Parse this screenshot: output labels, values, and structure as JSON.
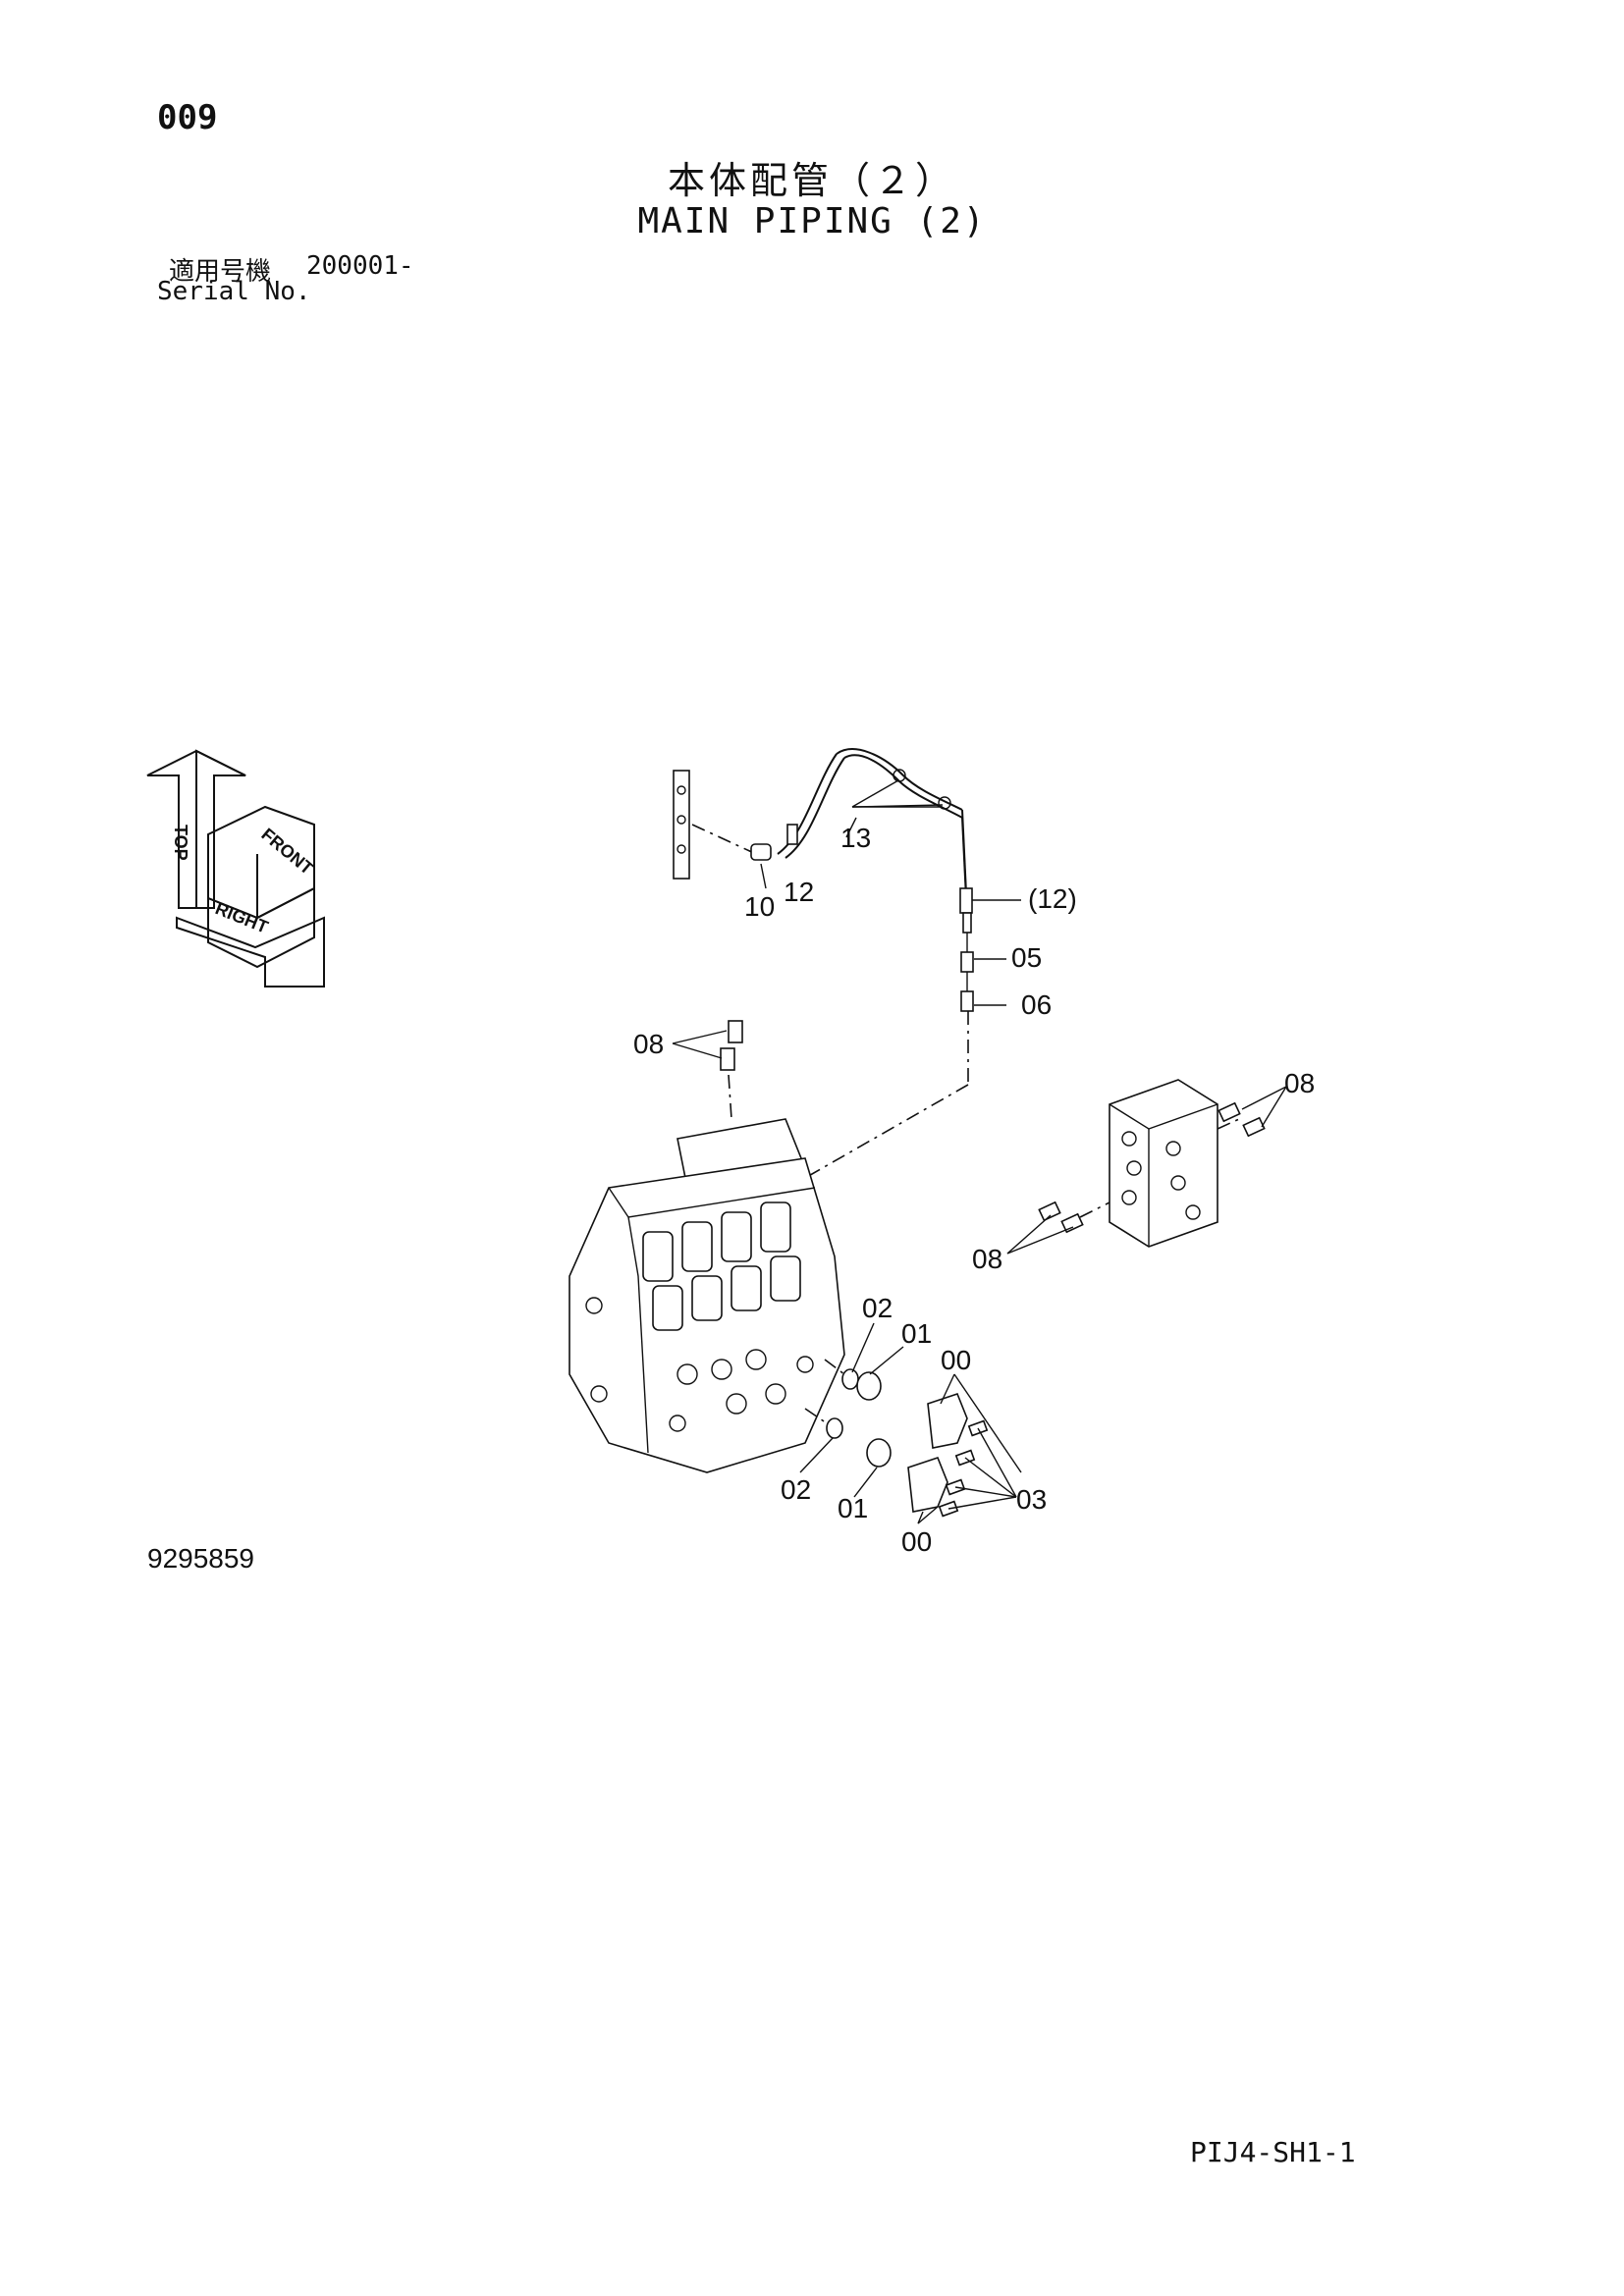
{
  "header": {
    "page_no": "009",
    "title_jp": "本体配管（２）",
    "title_en": "MAIN PIPING (2)",
    "serial_label_jp": "適用号機",
    "serial_range": "200001-",
    "serial_label_en": "Serial No."
  },
  "orientation": {
    "top": "TOP",
    "front": "FRONT",
    "right": "RIGHT"
  },
  "callouts": {
    "c10": "10",
    "c12": "12",
    "c13": "13",
    "c12p": "(12)",
    "c05": "05",
    "c06": "06",
    "c08a": "08",
    "c08b": "08",
    "c08c": "08",
    "c02a": "02",
    "c01a": "01",
    "c00a": "00",
    "c02b": "02",
    "c01b": "01",
    "c03": "03",
    "c00b": "00"
  },
  "footer": {
    "drawing_no": "9295859",
    "sheet_code": "PIJ4-SH1-1"
  }
}
